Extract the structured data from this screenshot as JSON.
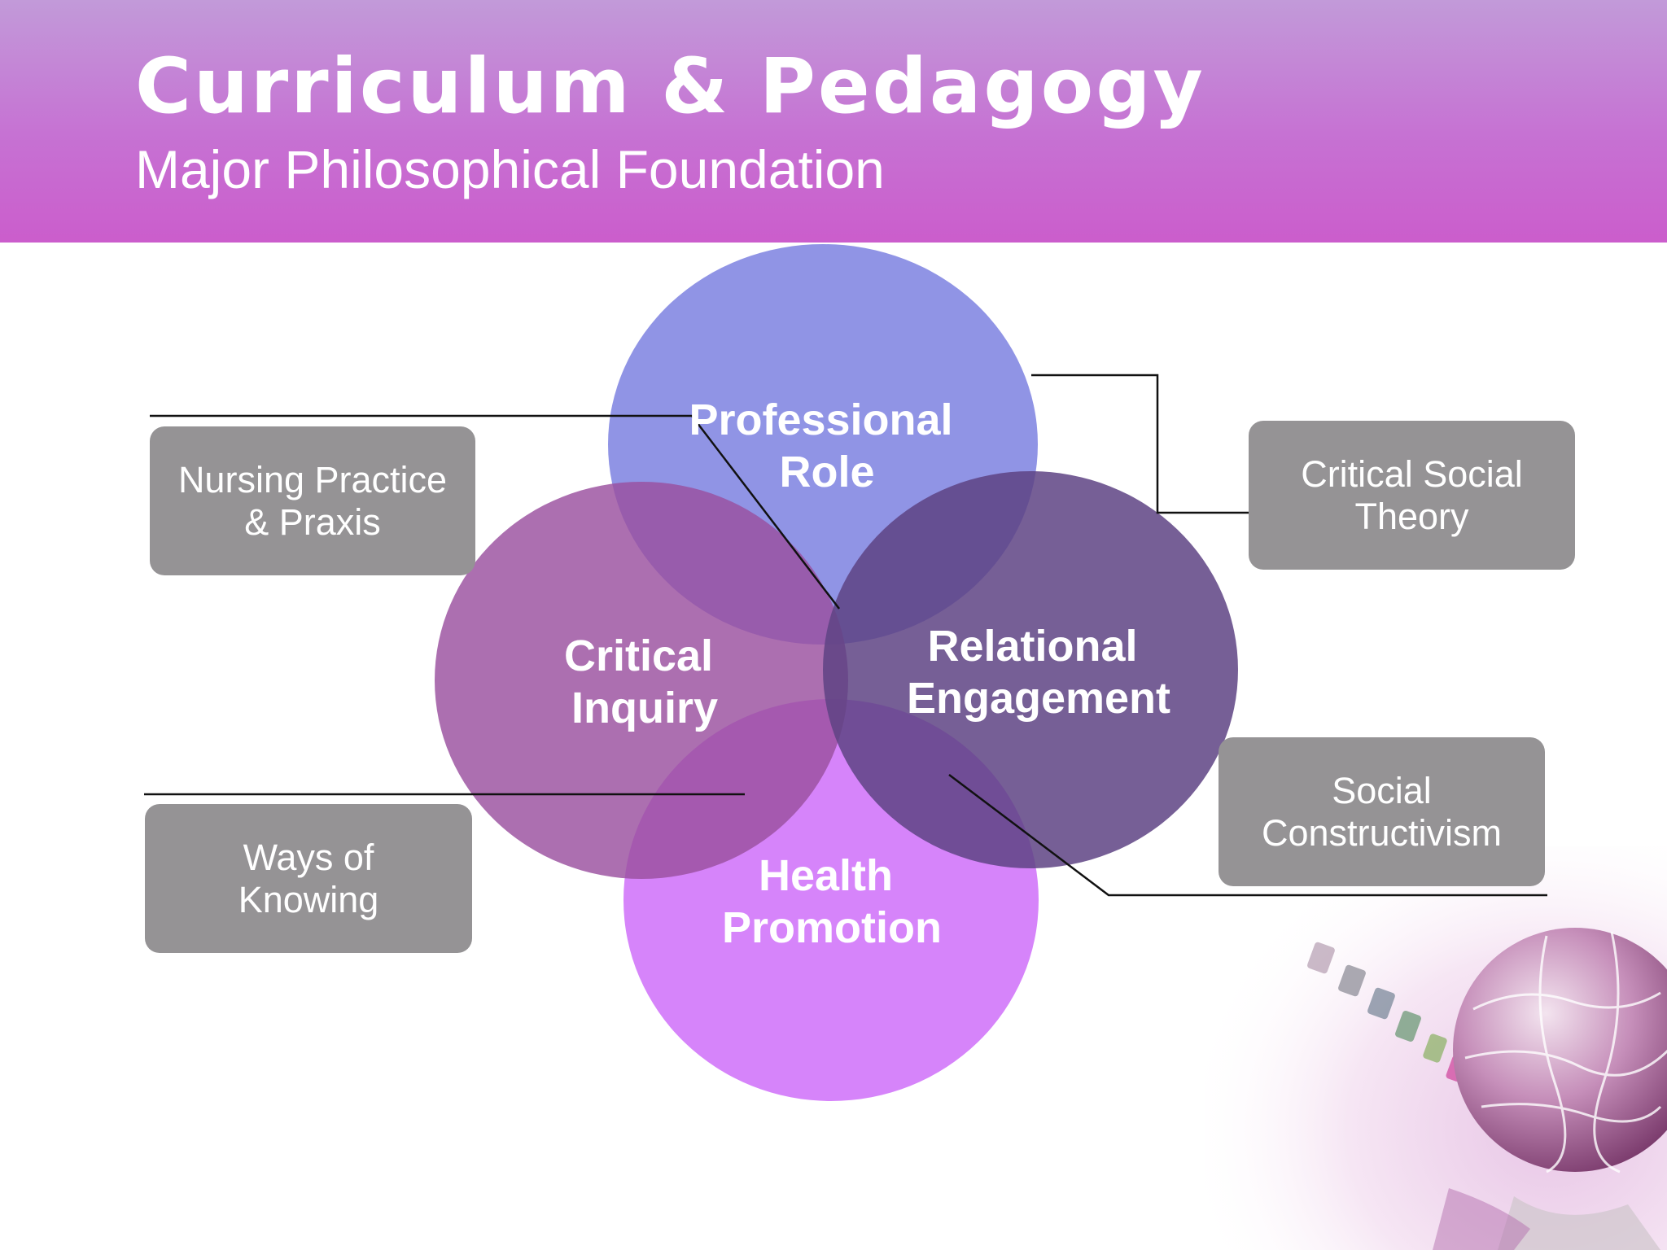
{
  "slide": {
    "title": "Curriculum & Pedagogy",
    "subtitle": "Major Philosophical Foundation"
  },
  "circles": [
    {
      "id": "professional-role",
      "lines": [
        "Professional",
        "Role"
      ],
      "color": "#7d81e0"
    },
    {
      "id": "critical-inquiry",
      "lines": [
        "Critical",
        "Inquiry"
      ],
      "color": "#9a4f9f"
    },
    {
      "id": "health-promotion",
      "lines": [
        "Health",
        "Promotion"
      ],
      "color": "#cf6ef9"
    },
    {
      "id": "relational-engagement",
      "lines": [
        "Relational",
        "Engagement"
      ],
      "color": "#5e4384"
    }
  ],
  "boxes": [
    {
      "id": "nursing-practice",
      "lines": [
        "Nursing Practice",
        "& Praxis"
      ]
    },
    {
      "id": "ways-of-knowing",
      "lines": [
        "Ways of",
        "Knowing"
      ]
    },
    {
      "id": "critical-social-theory",
      "lines": [
        "Critical Social",
        "Theory"
      ]
    },
    {
      "id": "social-constructivism",
      "lines": [
        "Social",
        "Constructivism"
      ]
    }
  ],
  "colors": {
    "header_top": "#c29ad9",
    "header_bottom": "#cb5dcc",
    "box_fill": "#959395",
    "connector": "#111111"
  }
}
